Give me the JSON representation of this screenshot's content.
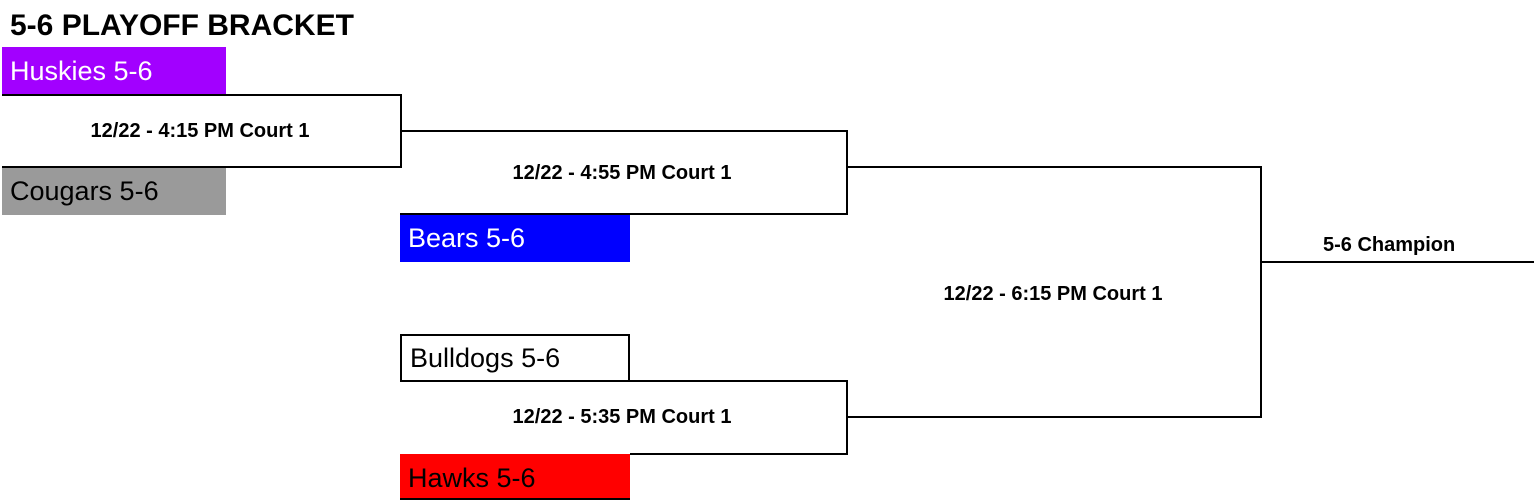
{
  "title": "5-6 PLAYOFF BRACKET",
  "teams": {
    "huskies": {
      "label": "Huskies 5-6",
      "bg": "#a200ff",
      "fg": "#ffffff"
    },
    "cougars": {
      "label": "Cougars 5-6",
      "bg": "#9a9a9a",
      "fg": "#000000"
    },
    "bears": {
      "label": "Bears 5-6",
      "bg": "#0000ff",
      "fg": "#ffffff"
    },
    "bulldogs": {
      "label": "Bulldogs 5-6",
      "bg": "#ffffff",
      "fg": "#000000"
    },
    "hawks": {
      "label": "Hawks 5-6",
      "bg": "#ff0000",
      "fg": "#000000"
    }
  },
  "games": {
    "game1": "12/22 - 4:15 PM Court 1",
    "game2": "12/22 - 4:55 PM Court 1",
    "game3": "12/22 - 5:35 PM Court 1",
    "final": "12/22 - 6:15 PM Court 1"
  },
  "champion": "5-6 Champion"
}
